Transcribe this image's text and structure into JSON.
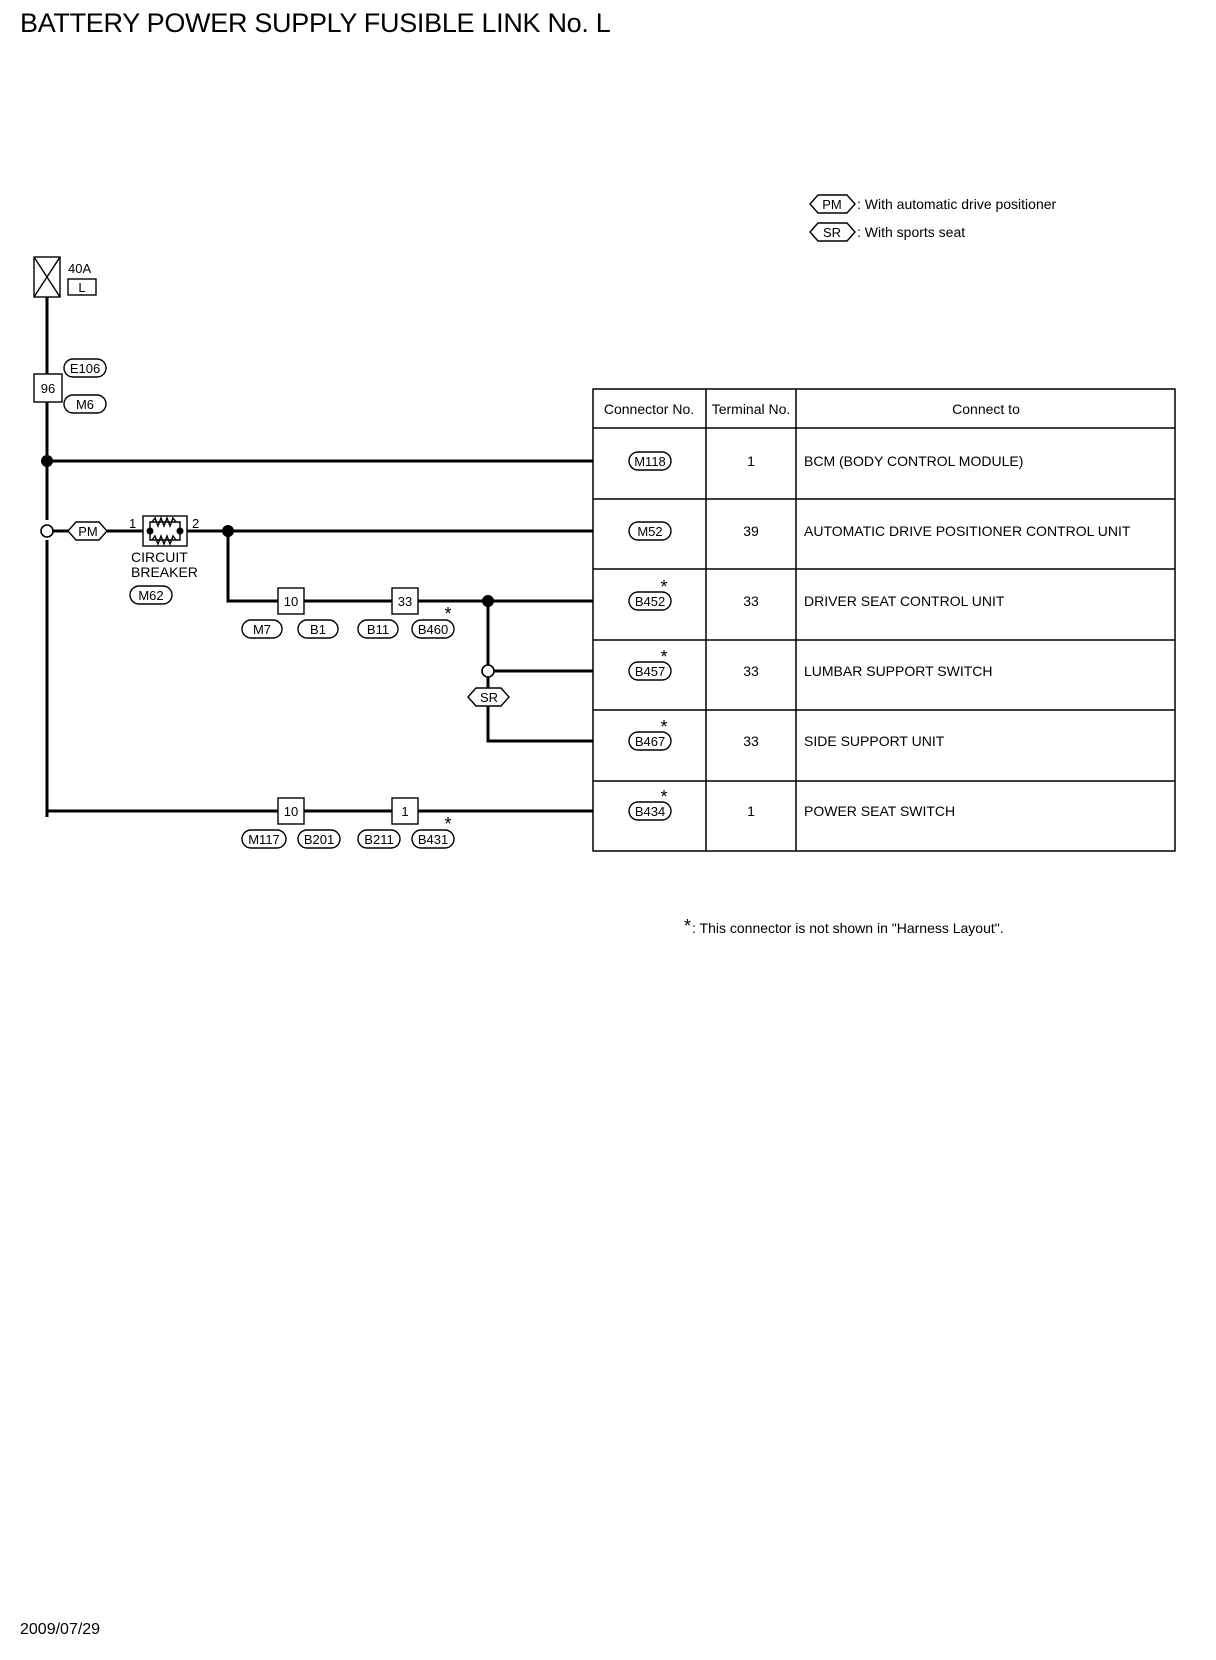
{
  "title": "BATTERY POWER SUPPLY FUSIBLE LINK No. L",
  "date": "2009/07/29",
  "legend": [
    {
      "code": "PM",
      "text": ": With automatic drive positioner"
    },
    {
      "code": "SR",
      "text": ": With sports seat"
    }
  ],
  "fuse": {
    "rating": "40A",
    "name": "L"
  },
  "joint_top": {
    "terminal": "96",
    "connectors": [
      "E106",
      "M6"
    ]
  },
  "circuit_breaker": {
    "label_line1": "CIRCUIT",
    "label_line2": "BREAKER",
    "connector": "M62",
    "pin_in": "1",
    "pin_out": "2",
    "option": "PM"
  },
  "joint_mid_a": {
    "terminal": "10",
    "connectors": [
      "M7",
      "B1"
    ]
  },
  "joint_mid_b": {
    "terminal": "33",
    "connectors": [
      "B11",
      "B460"
    ]
  },
  "joint_low_a": {
    "terminal": "10",
    "connectors": [
      "M117",
      "B201"
    ]
  },
  "joint_low_b": {
    "terminal": "1",
    "connectors": [
      "B211",
      "B431"
    ]
  },
  "sr_option": "SR",
  "star": "*",
  "table": {
    "headers": [
      "Connector No.",
      "Terminal No.",
      "Connect to"
    ],
    "rows": [
      {
        "connector": "M118",
        "terminal": "1",
        "connect_to": "BCM (BODY CONTROL MODULE)",
        "star": false
      },
      {
        "connector": "M52",
        "terminal": "39",
        "connect_to": "AUTOMATIC DRIVE POSITIONER CONTROL UNIT",
        "star": false
      },
      {
        "connector": "B452",
        "terminal": "33",
        "connect_to": "DRIVER SEAT CONTROL UNIT",
        "star": true
      },
      {
        "connector": "B457",
        "terminal": "33",
        "connect_to": "LUMBAR SUPPORT SWITCH",
        "star": true
      },
      {
        "connector": "B467",
        "terminal": "33",
        "connect_to": "SIDE SUPPORT UNIT",
        "star": true
      },
      {
        "connector": "B434",
        "terminal": "1",
        "connect_to": "POWER SEAT SWITCH",
        "star": true
      }
    ]
  },
  "footnote": {
    "symbol": "*",
    "text": ": This connector is not shown in \"Harness Layout\"."
  }
}
